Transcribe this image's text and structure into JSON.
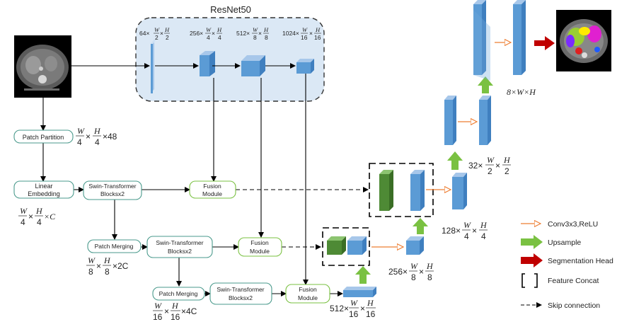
{
  "resnet": {
    "title": "ResNet50",
    "dims": [
      {
        "lead": "64×",
        "n1": "W",
        "d1": "2",
        "n2": "H",
        "d2": "2"
      },
      {
        "lead": "256×",
        "n1": "W",
        "d1": "4",
        "n2": "H",
        "d2": "4"
      },
      {
        "lead": "512×",
        "n1": "W",
        "d1": "8",
        "n2": "H",
        "d2": "8"
      },
      {
        "lead": "1024×",
        "n1": "W",
        "d1": "16",
        "n2": "H",
        "d2": "16"
      }
    ]
  },
  "boxes": {
    "patch_partition": "Patch Partition",
    "linear_embedding_1": "Linear",
    "linear_embedding_2": "Embedding",
    "swin1_1": "Swin-Transformer",
    "swin1_2": "Blocksx2",
    "swin2_1": "Swin-Transformer",
    "swin2_2": "Blocksx2",
    "swin3_1": "Swin-Transformer",
    "swin3_2": "Blocksx2",
    "patch_merging_1": "Patch Merging",
    "patch_merging_2": "Patch Merging",
    "fusion1_1": "Fusion",
    "fusion1_2": "Module",
    "fusion2_1": "Fusion",
    "fusion2_2": "Module",
    "fusion3_1": "Fusion",
    "fusion3_2": "Module"
  },
  "dims": {
    "pp": {
      "n1": "W",
      "d1": "4",
      "n2": "H",
      "d2": "4",
      "tail": "×48"
    },
    "le": {
      "n1": "W",
      "d1": "4",
      "n2": "H",
      "d2": "4",
      "tail": "×C"
    },
    "pm1": {
      "n1": "W",
      "d1": "8",
      "n2": "H",
      "d2": "8",
      "tail": "×2C"
    },
    "pm2": {
      "n1": "W",
      "d1": "16",
      "n2": "H",
      "d2": "16",
      "tail": "×4C"
    },
    "d512": {
      "lead": "512×",
      "n1": "W",
      "d1": "16",
      "n2": "H",
      "d2": "16"
    },
    "d256": {
      "lead": "256×",
      "n1": "W",
      "d1": "8",
      "n2": "H",
      "d2": "8"
    },
    "d128": {
      "lead": "128×",
      "n1": "W",
      "d1": "4",
      "n2": "H",
      "d2": "4"
    },
    "d32": {
      "lead": "32×",
      "n1": "W",
      "d1": "2",
      "n2": "H",
      "d2": "2"
    },
    "final": "8×W×H"
  },
  "legend": {
    "conv": "Conv3x3,ReLU",
    "upsample": "Upsample",
    "seghead": "Segmentation Head",
    "concat": "Feature Concat",
    "skip": "Skip connection"
  },
  "colors": {
    "box_stroke": "#4a9a8c",
    "resnet_fill": "#dbe8f5",
    "cube_blue": "#5b9bd5",
    "cube_green": "#4e8a35",
    "conv_orange": "#ed7d31",
    "up_green": "#7ac142",
    "seg_red": "#c00000"
  }
}
